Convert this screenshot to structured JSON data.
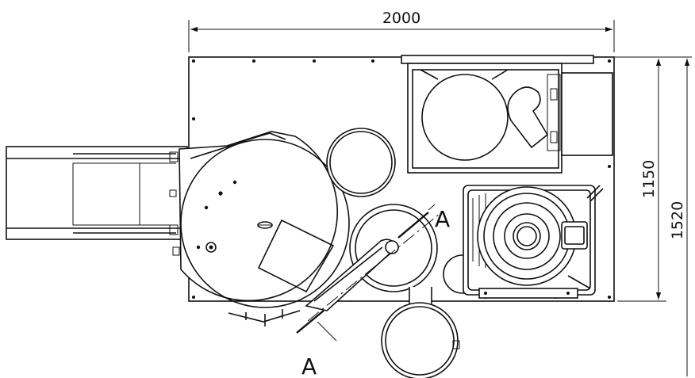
{
  "dimensions": {
    "width": "2000",
    "depth_inner": "1150",
    "depth_outer": "1520"
  },
  "section": {
    "upper": "A",
    "lower": "A"
  },
  "colors": {
    "line": "#111111",
    "background": "#ffffff"
  }
}
